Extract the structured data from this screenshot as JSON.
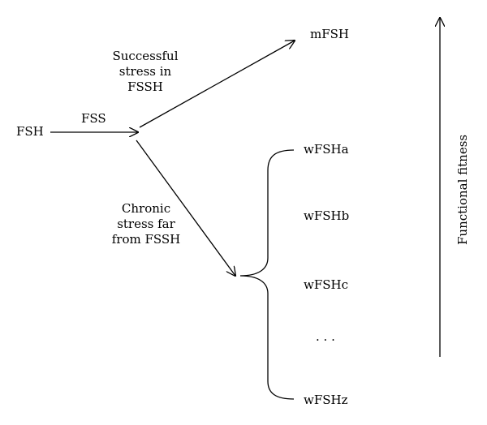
{
  "nodes": {
    "source": "FSH",
    "optimal": "mFSH",
    "weakened": [
      "wFSHa",
      "wFSHb",
      "wFSHc",
      "wFSHz"
    ],
    "ellipsis": "· · ·"
  },
  "edges": {
    "source_to_split": "FSS",
    "upper_branch": [
      "Successful",
      "stress in",
      "FSSH"
    ],
    "lower_branch": [
      "Chronic",
      "stress far",
      "from FSSH"
    ]
  },
  "axis": {
    "label": "Functional fitness"
  }
}
